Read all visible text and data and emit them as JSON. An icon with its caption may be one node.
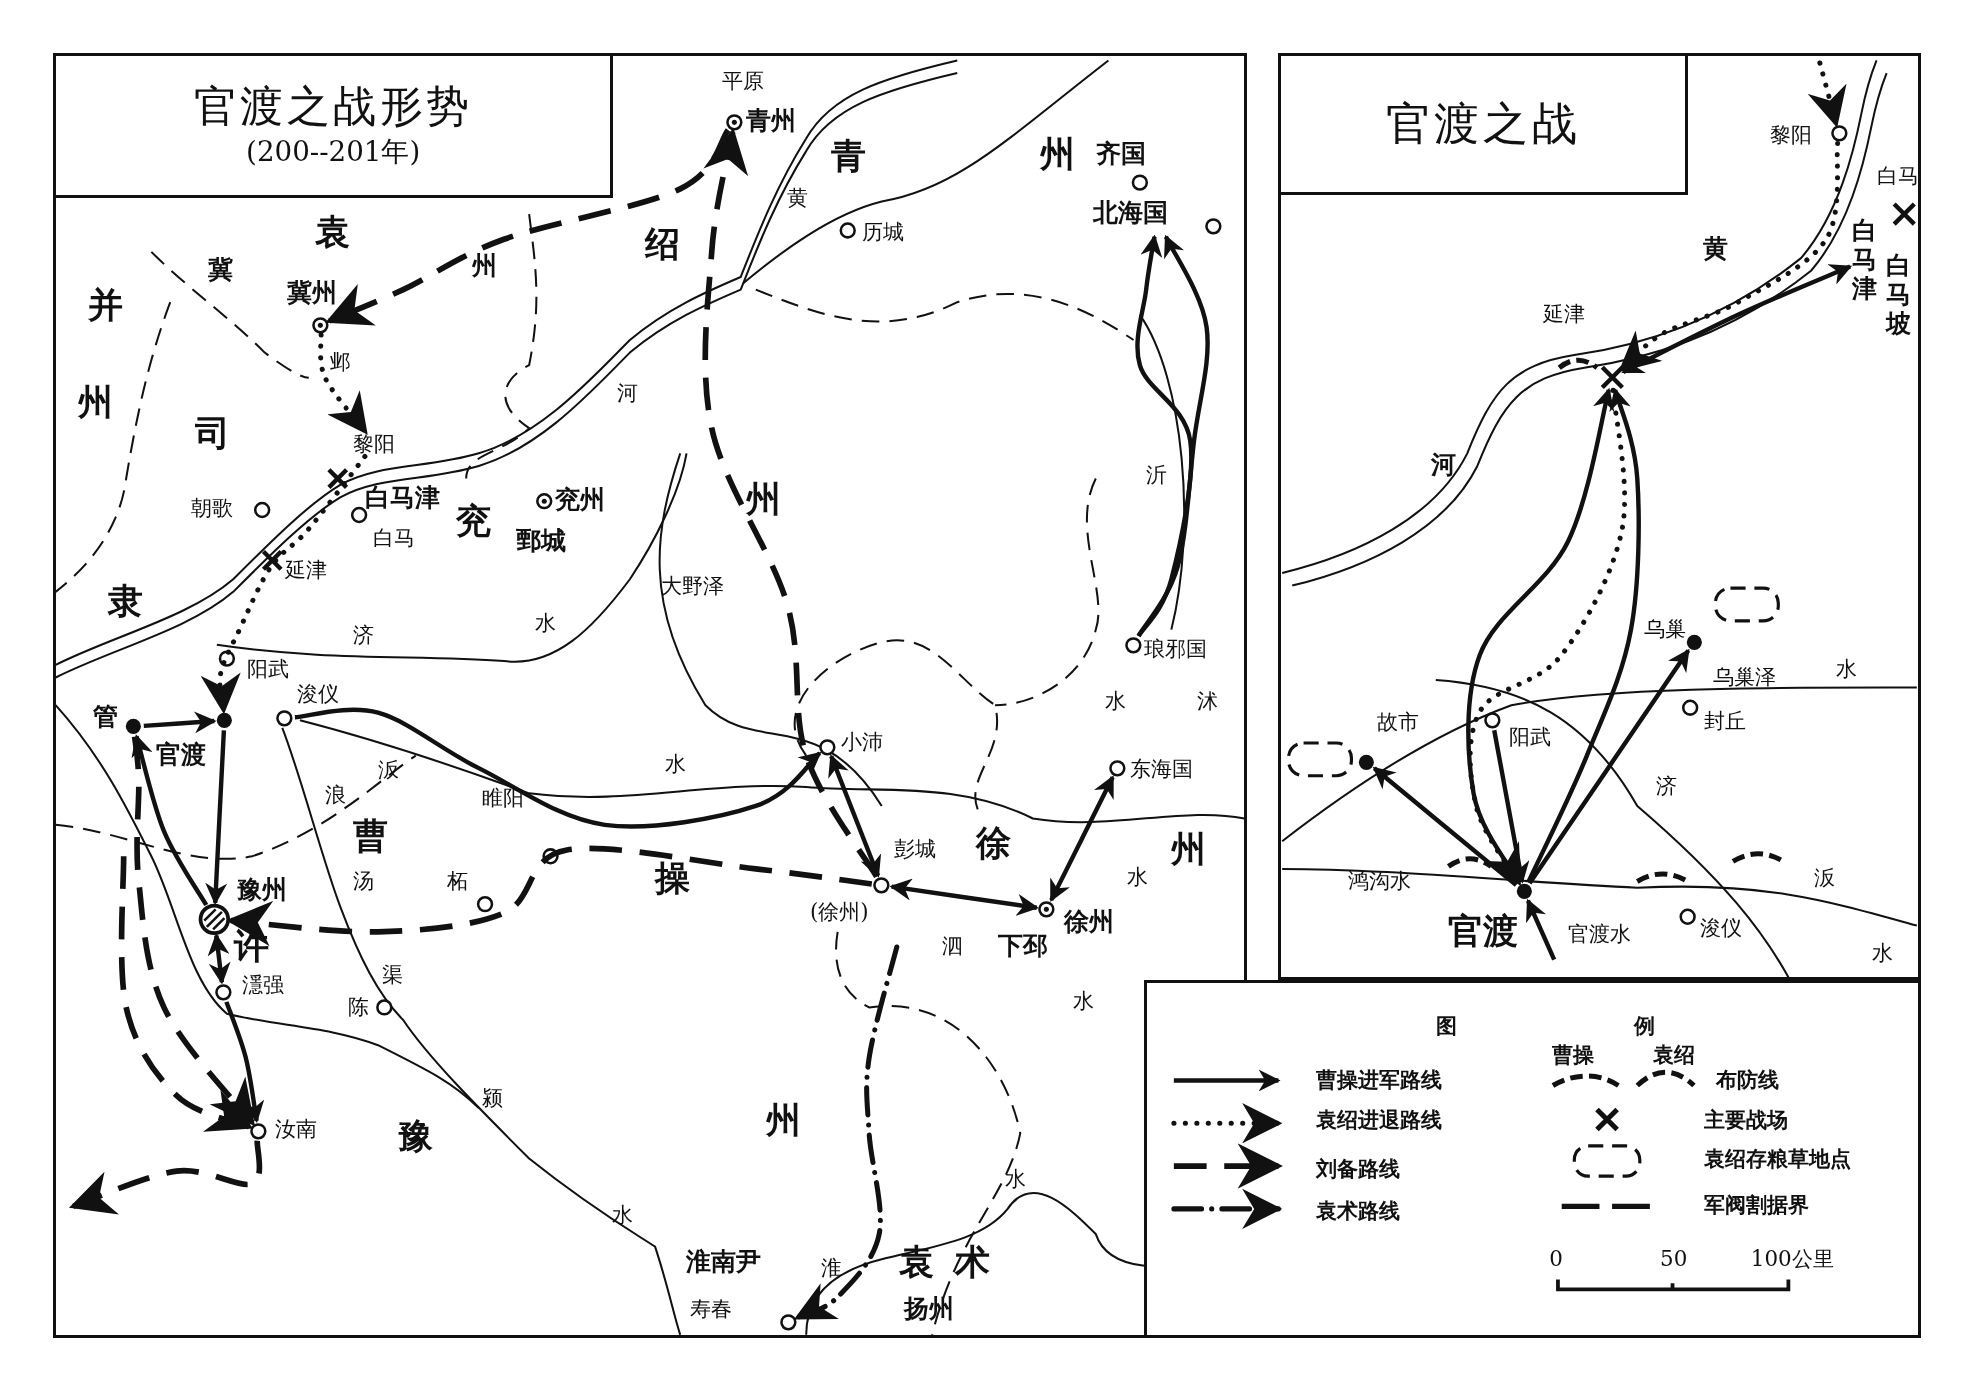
{
  "diagram": {
    "title": "官渡之战形势",
    "nodes": [
      {
        "text": [
          "(200--201年)"
        ]
      },
      {
        "text": [
          "官渡之战"
        ]
      },
      {
        "text": [
          "冀州"
        ]
      },
      {
        "text": [
          "黎阳"
        ]
      },
      {
        "text": [
          "官渡"
        ]
      },
      {
        "text": [
          "管"
        ]
      },
      {
        "text": [
          "豫州",
          "许"
        ]
      },
      {
        "text": [
          "濦强"
        ]
      },
      {
        "text": [
          "汝南"
        ]
      },
      {
        "text": [
          "浚仪"
        ]
      },
      {
        "text": [
          "小沛"
        ]
      },
      {
        "text": [
          "彭城",
          "(徐州)"
        ]
      },
      {
        "text": [
          "徐州",
          "下邳"
        ]
      },
      {
        "text": [
          "东海国"
        ]
      },
      {
        "text": [
          "琅邪国"
        ]
      },
      {
        "text": [
          "北海国"
        ]
      },
      {
        "text": [
          "青州"
        ]
      },
      {
        "text": [
          "寿春"
        ]
      },
      {
        "text": [
          "黎阳"
        ]
      },
      {
        "text": [
          "延津"
        ]
      },
      {
        "text": [
          "白马津"
        ]
      },
      {
        "text": [
          "官渡"
        ]
      },
      {
        "text": [
          "故市"
        ]
      },
      {
        "text": [
          "乌巢"
        ]
      },
      {
        "text": [
          "阳武"
        ]
      }
    ],
    "edges": [
      {
        "from": 2,
        "to": 3,
        "arrow": "to",
        "style": "dashed"
      },
      {
        "from": 3,
        "to": 4,
        "arrow": "to",
        "style": "dashed"
      },
      {
        "from": 4,
        "to": 6,
        "arrow": "to"
      },
      {
        "from": 6,
        "to": 5,
        "arrow": "to"
      },
      {
        "from": 5,
        "to": 4,
        "arrow": "to"
      },
      {
        "from": 6,
        "to": 7,
        "arrow": "both"
      },
      {
        "from": 7,
        "to": 8,
        "arrow": "to"
      },
      {
        "from": 9,
        "to": 10,
        "arrow": "to"
      },
      {
        "from": 10,
        "to": 11,
        "arrow": "both"
      },
      {
        "from": 11,
        "to": 12,
        "arrow": "both"
      },
      {
        "from": 12,
        "to": 13,
        "arrow": "both"
      },
      {
        "from": 14,
        "to": 15,
        "arrow": "to"
      },
      {
        "from": 14,
        "to": 15,
        "arrow": "to"
      },
      {
        "from": 11,
        "to": 16,
        "arrow": "to",
        "style": "dashed"
      },
      {
        "from": 16,
        "to": 2,
        "arrow": "to",
        "style": "dashed"
      },
      {
        "from": 11,
        "to": 6,
        "arrow": "to",
        "style": "dashed"
      },
      {
        "from": 5,
        "to": 8,
        "arrow": "to",
        "style": "dashed"
      },
      {
        "from": null,
        "to": 8,
        "arrow": "to",
        "style": "dashed"
      },
      {
        "from": 8,
        "to": null,
        "arrow": "to",
        "style": "dashed"
      },
      {
        "from": null,
        "to": 17,
        "arrow": "to",
        "style": "dashed"
      },
      {
        "from": null,
        "to": 18,
        "arrow": "to",
        "style": "dashed"
      },
      {
        "from": 18,
        "to": 19,
        "arrow": "to",
        "style": "dashed"
      },
      {
        "from": 19,
        "to": 21,
        "arrow": "to",
        "style": "dashed"
      },
      {
        "from": 21,
        "to": 19,
        "arrow": "to"
      },
      {
        "from": 21,
        "to": 19,
        "arrow": "to"
      },
      {
        "from": 19,
        "to": 20,
        "arrow": "both"
      },
      {
        "from": 21,
        "to": 22,
        "arrow": "to"
      },
      {
        "from": 21,
        "to": 23,
        "arrow": "to"
      },
      {
        "from": 24,
        "to": 21,
        "arrow": "to"
      },
      {
        "from": null,
        "to": 21,
        "arrow": "to"
      }
    ],
    "labels": [
      "袁",
      "冀",
      "州",
      "绍",
      "并",
      "州",
      "司",
      "邺",
      "朝歌",
      "白马津",
      "白马",
      "兖",
      "兖州",
      "鄄城",
      "延津",
      "隶",
      "济",
      "水",
      "阳武",
      "河",
      "平原",
      "黄",
      "青",
      "历城",
      "州",
      "齐国",
      "州",
      "大野泽",
      "沂",
      "水",
      "沭",
      "汳",
      "浪",
      "水",
      "曹",
      "睢阳",
      "徐",
      "州",
      "汤",
      "柘",
      "操",
      "水",
      "泗",
      "渠",
      "陈",
      "水",
      "颍",
      "豫",
      "州",
      "水",
      "水",
      "淮南尹",
      "淮",
      "袁术",
      "扬州",
      "白马",
      "黄",
      "白马坡",
      "河",
      "乌巢泽",
      "水",
      "济",
      "封丘",
      "鸿沟水",
      "汳",
      "官渡水",
      "浚仪",
      "水",
      "图",
      "例",
      "曹操",
      "袁绍",
      "0",
      "50",
      "100公里"
    ],
    "legend": [
      {
        "text": "曹操进军路线"
      },
      {
        "text": "袁绍进退路线"
      },
      {
        "text": "刘备路线"
      },
      {
        "text": "袁术路线"
      },
      {
        "text": "布防线"
      },
      {
        "text": "主要战场"
      },
      {
        "text": "袁绍存粮草地点"
      },
      {
        "text": "军阀割据界"
      }
    ]
  }
}
